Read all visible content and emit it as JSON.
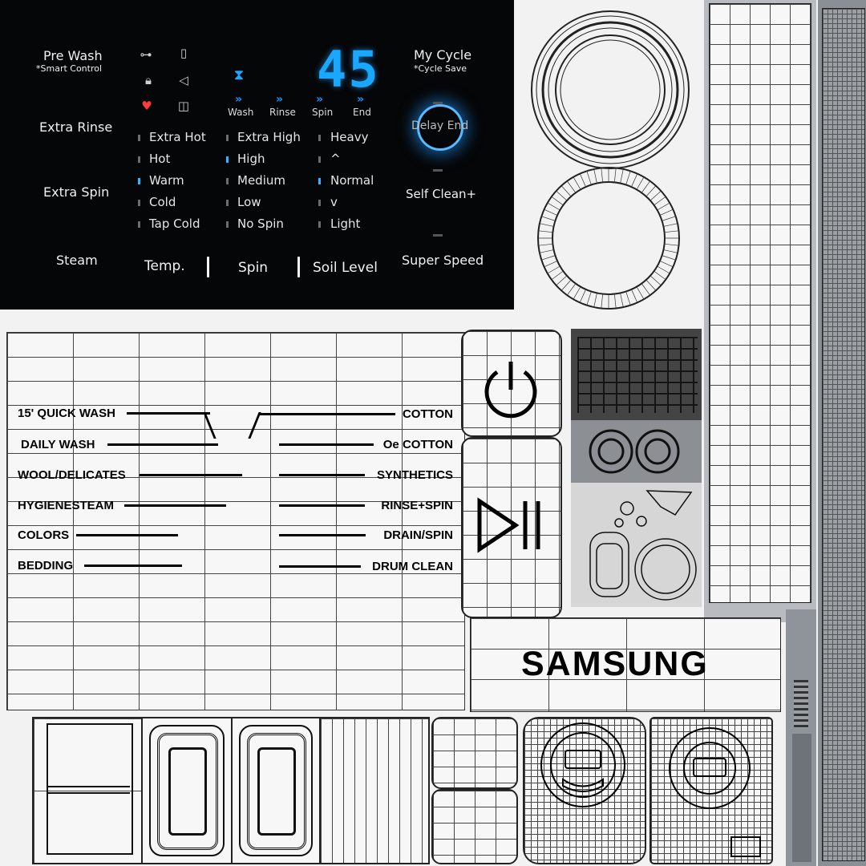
{
  "panel": {
    "left_buttons": [
      "Pre Wash",
      "Extra Rinse",
      "Extra Spin",
      "Steam"
    ],
    "pre_wash_sub": "*Smart Control",
    "right_buttons": [
      "My Cycle",
      "Self Clean+",
      "Super Speed"
    ],
    "my_cycle_sub": "*Cycle Save",
    "delay_end": "Delay End",
    "timer": "45",
    "stages": [
      "Wash",
      "Rinse",
      "Spin",
      "End"
    ],
    "temp_options": [
      "Extra Hot",
      "Hot",
      "Warm",
      "Cold",
      "Tap Cold"
    ],
    "temp_selected": 2,
    "spin_options": [
      "Extra High",
      "High",
      "Medium",
      "Low",
      "No Spin"
    ],
    "spin_selected": 1,
    "soil_options": [
      "Heavy",
      "^",
      "Normal",
      "v",
      "Light"
    ],
    "soil_selected": 2,
    "bottom_labels": [
      "Temp.",
      "Spin",
      "Soil Level"
    ],
    "accent_color": "#1aa7ff",
    "icons": [
      "key-icon",
      "lock-icon",
      "child-lock-icon",
      "smart-check-icon",
      "mute-icon",
      "wifi-tag-icon",
      "drum-icon",
      "hourglass-icon"
    ]
  },
  "cycles": {
    "left": [
      "15' QUICK WASH",
      "DAILY WASH",
      "WOOL/DELICATES",
      "HYGIENESTEAM",
      "COLORS",
      "BEDDING"
    ],
    "right": [
      "COTTON",
      "Oe COTTON",
      "SYNTHETICS",
      "RINSE+SPIN",
      "DRAIN/SPIN",
      "DRUM CLEAN"
    ]
  },
  "brand": "SAMSUNG",
  "buttons": [
    "power-icon",
    "play-pause-icon"
  ]
}
